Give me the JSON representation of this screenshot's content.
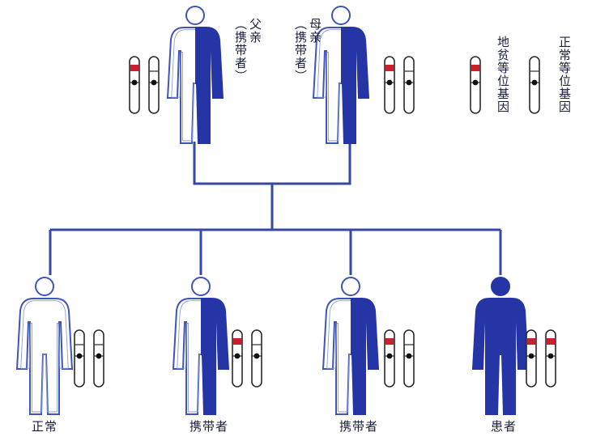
{
  "colors": {
    "line": "#3548a6",
    "fill": "#2535a6",
    "outline": "#3f55b7",
    "outline_light": "#8a9ad8",
    "allele_defect": "#cc1f2e",
    "text": "#1b1f3f"
  },
  "parents": {
    "father": {
      "label_line1": "父亲",
      "label_line2": "（携带者）",
      "status": "carrier"
    },
    "mother": {
      "label_line1": "母亲",
      "label_line2": "（携带者）",
      "status": "carrier"
    }
  },
  "legend": {
    "defect_label": "地贫等位基因",
    "normal_label": "正常等位基因"
  },
  "children": [
    {
      "label": "正常",
      "status": "normal",
      "alleles": [
        "normal",
        "normal"
      ]
    },
    {
      "label": "携带者",
      "status": "carrier",
      "alleles": [
        "defect",
        "normal"
      ]
    },
    {
      "label": "携带者",
      "status": "carrier",
      "alleles": [
        "defect",
        "normal"
      ]
    },
    {
      "label": "患者",
      "status": "affected",
      "alleles": [
        "defect",
        "defect"
      ]
    }
  ]
}
